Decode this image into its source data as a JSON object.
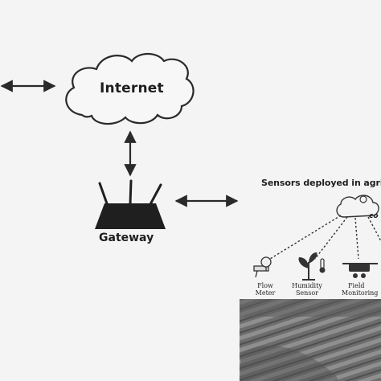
{
  "labels": {
    "internet": "Internet",
    "gateway": "Gateway",
    "panel_title": "Sensors deployed in agric",
    "cloud_text": "co"
  },
  "sensors": [
    {
      "line1": "Flow",
      "line2": "Meter"
    },
    {
      "line1": "Humidity",
      "line2": "Sensor"
    },
    {
      "line1": "Field",
      "line2": "Monitoring"
    }
  ],
  "icons": {
    "internet": "cloud-icon",
    "gateway": "router-icon",
    "sensor_cloud": "cloud-icon",
    "flow_meter": "flow-meter-icon",
    "humidity": "plant-icon",
    "thermometer": "thermometer-icon",
    "field_monitoring": "drone-icon"
  },
  "colors": {
    "background": "#f4f4f4",
    "stroke": "#2a2a2a",
    "router": "#1f1f1f",
    "field_photo": "#6a6a6a"
  }
}
